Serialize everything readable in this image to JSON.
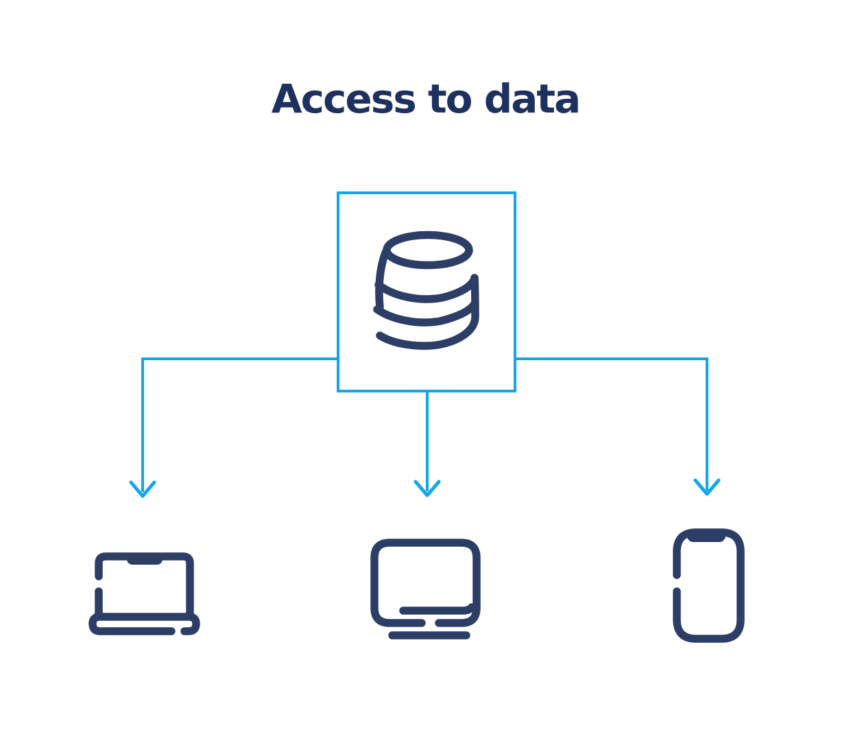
{
  "title": "Access to data",
  "colors": {
    "background": "#FFFFFF",
    "accent": "#12A5EF",
    "icon_navy": "#2D3E66",
    "title_navy": "#1D3160"
  },
  "diagram": {
    "source": {
      "icon": "database-icon",
      "shape": "blue-outlined-box"
    },
    "connectors": [
      {
        "from": "database-box",
        "to": "laptop",
        "direction": "down"
      },
      {
        "from": "database-box",
        "to": "monitor",
        "direction": "down"
      },
      {
        "from": "database-box",
        "to": "phone",
        "direction": "down"
      }
    ],
    "targets": [
      {
        "icon": "laptop-icon"
      },
      {
        "icon": "monitor-icon"
      },
      {
        "icon": "phone-icon"
      }
    ]
  }
}
